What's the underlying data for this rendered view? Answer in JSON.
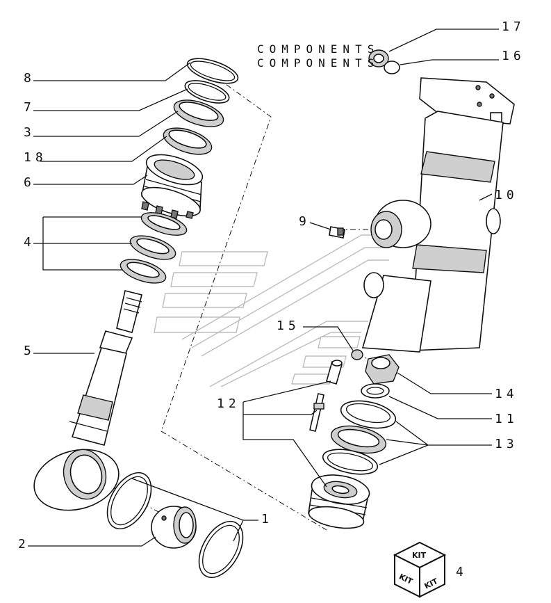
{
  "heading": {
    "line1": "COMPONENTS",
    "line2": "COMPONENTS"
  },
  "callouts": [
    {
      "id": "c8",
      "label": "8"
    },
    {
      "id": "c7",
      "label": "7"
    },
    {
      "id": "c3",
      "label": "3"
    },
    {
      "id": "c18",
      "label": "18"
    },
    {
      "id": "c6",
      "label": "6"
    },
    {
      "id": "c4",
      "label": "4"
    },
    {
      "id": "c5",
      "label": "5"
    },
    {
      "id": "c2",
      "label": "2"
    },
    {
      "id": "c1",
      "label": "1"
    },
    {
      "id": "c17",
      "label": "17"
    },
    {
      "id": "c16",
      "label": "16"
    },
    {
      "id": "c10",
      "label": "10"
    },
    {
      "id": "c9",
      "label": "9"
    },
    {
      "id": "c15",
      "label": "15"
    },
    {
      "id": "c12",
      "label": "12"
    },
    {
      "id": "c14",
      "label": "14"
    },
    {
      "id": "c11",
      "label": "11"
    },
    {
      "id": "c13",
      "label": "13"
    }
  ],
  "kit": {
    "top": "KIT",
    "left": "KIT",
    "right": "KIT",
    "ref": "4"
  }
}
